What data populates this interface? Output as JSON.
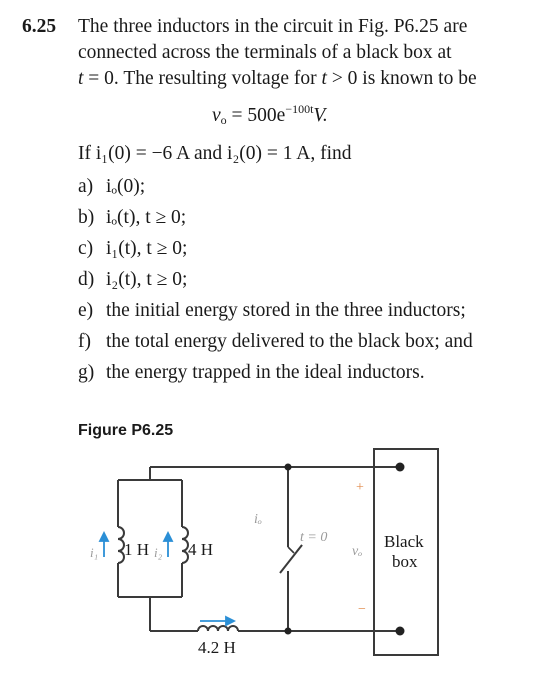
{
  "problem": {
    "number": "6.25",
    "statement_line1": "The three inductors in the circuit in Fig. P6.25 are",
    "statement_line2": "connected across the terminals of a black box at",
    "statement_line3_a": "t",
    "statement_line3_b": " = 0. The resulting voltage for ",
    "statement_line3_c": "t",
    "statement_line3_d": " > 0 is known to be",
    "equation": {
      "lhs": "v",
      "lhs_sub": "o",
      "rhs": " = 500e",
      "exponent": "−100t",
      "unit": "V."
    },
    "given": "If i₁(0) = −6 A and i₂(0) = 1 A, find",
    "parts": [
      {
        "label": "a)",
        "text": "iₒ(0);"
      },
      {
        "label": "b)",
        "text": "iₒ(t), t ≥ 0;"
      },
      {
        "label": "c)",
        "text": "i₁(t), t ≥ 0;"
      },
      {
        "label": "d)",
        "text": "i₂(t), t ≥ 0;"
      },
      {
        "label": "e)",
        "text": "the initial energy stored in the three inductors;"
      },
      {
        "label": "f)",
        "text": "the total energy delivered to the black box; and"
      },
      {
        "label": "g)",
        "text": "the energy trapped in the ideal inductors."
      }
    ]
  },
  "figure": {
    "title": "Figure P6.25",
    "labels": {
      "i1": "i₁",
      "l1": "1 H",
      "i2": "i₂",
      "l2": "4 H",
      "l3": "4.2 H",
      "io": "iₒ",
      "switch": "t = 0",
      "plus": "+",
      "vo": "vₒ",
      "minus": "−",
      "box_line1": "Black",
      "box_line2": "box"
    },
    "colors": {
      "wire": "#3a3a3a",
      "arrow": "#2b8fd6",
      "label_muted": "#9a9a9a",
      "polarity": "#e08a4a"
    }
  }
}
